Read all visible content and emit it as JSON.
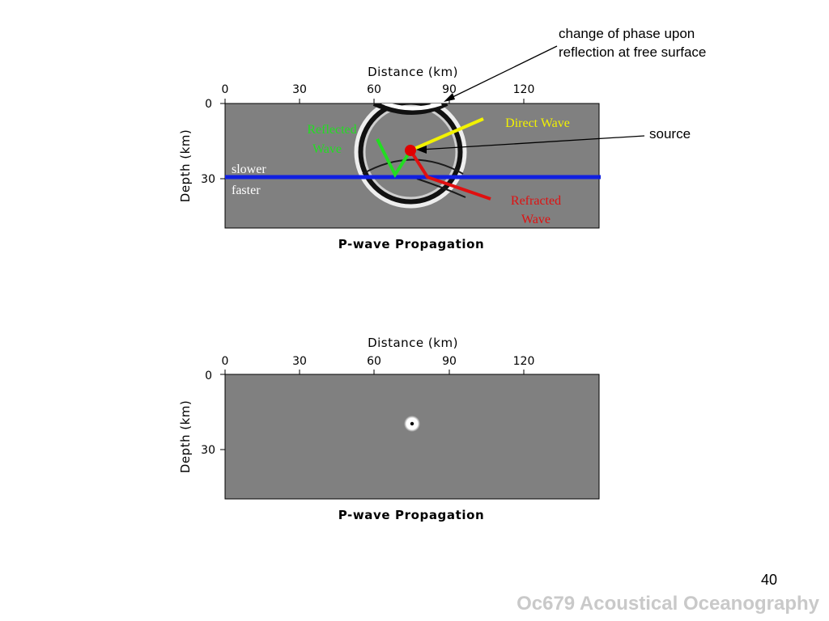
{
  "annotations": {
    "phase_change_line1": "change of phase upon",
    "phase_change_line2": "reflection at free surface",
    "source": "source"
  },
  "plot1": {
    "title": "P-wave Propagation",
    "x_axis_title": "Distance (km)",
    "y_axis_title": "Depth (km)",
    "x_ticks": [
      "0",
      "30",
      "60",
      "90",
      "120"
    ],
    "y_ticks": [
      "0",
      "30"
    ],
    "labels": {
      "reflected_line1": "Reflected",
      "reflected_line2": "Wave",
      "direct": "Direct Wave",
      "refracted_line1": "Refracted",
      "refracted_line2": "Wave",
      "slower": "slower",
      "faster": "faster"
    }
  },
  "plot2": {
    "title": "P-wave Propagation",
    "x_axis_title": "Distance (km)",
    "y_axis_title": "Depth (km)",
    "x_ticks": [
      "0",
      "30",
      "60",
      "90",
      "120"
    ],
    "y_ticks": [
      "0",
      "30"
    ]
  },
  "colors": {
    "reflected": "#22dd22",
    "direct": "#f2f200",
    "refracted": "#e01010",
    "interface": "#1020e0",
    "source": "#e00000",
    "panel": "#808080",
    "footer": "#c9c9c9"
  },
  "page_number": "40",
  "footer": "Oc679 Acoustical Oceanography"
}
